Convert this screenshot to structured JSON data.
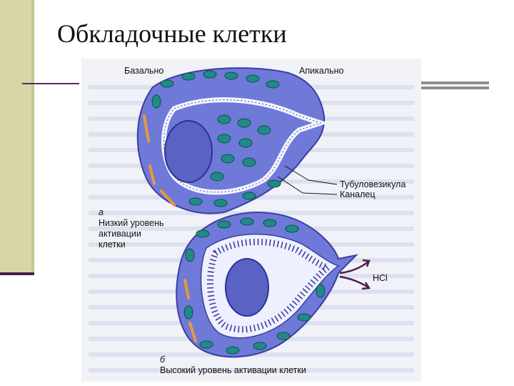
{
  "slide": {
    "title": "Обкладочные клетки"
  },
  "figure": {
    "label_basal": "Базально",
    "label_apical": "Апикально",
    "label_tubulovesicle": "Тубуловезикула",
    "label_canaliculus": "Каналец",
    "panel_a": {
      "letter": "а",
      "line1": "Низкий уровень",
      "line2": "активации",
      "line3": "клетки"
    },
    "panel_b": {
      "letter": "б",
      "caption": "Высокий уровень активации клетки"
    },
    "label_hcl": "HCl"
  },
  "colors": {
    "background_band": "#d6d6a6",
    "cell_fill": "#6f79d8",
    "cell_dark": "#3a3f9e",
    "mitochondria": "#1f8a86",
    "nucleus": "#5a62c4",
    "granules": "#e39a3c"
  }
}
